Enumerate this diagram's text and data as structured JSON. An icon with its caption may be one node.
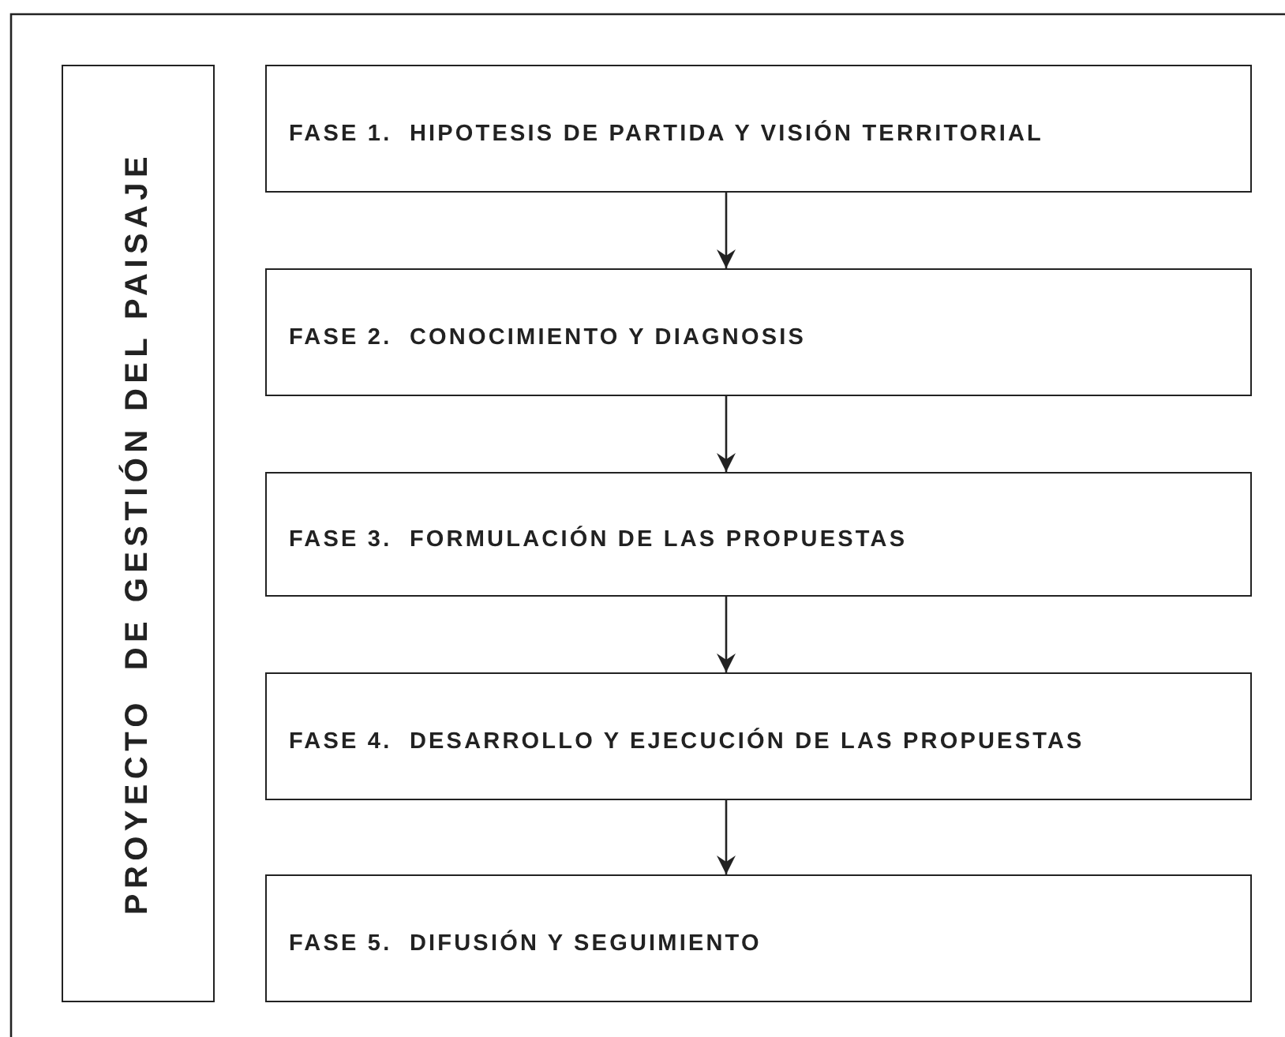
{
  "diagram": {
    "nodes": [
      {
        "text": [
          "PROYECTO  DE GESTIÓN DEL PAISAJE"
        ]
      },
      {
        "text": [
          "FASE 1.  HIPOTESIS DE PARTIDA Y VISIÓN TERRITORIAL"
        ]
      },
      {
        "text": [
          "FASE 2.  CONOCIMIENTO Y DIAGNOSIS"
        ]
      },
      {
        "text": [
          "FASE 3.  FORMULACIÓN DE LAS PROPUESTAS"
        ]
      },
      {
        "text": [
          "FASE 4.  DESARROLLO Y EJECUCIÓN DE LAS PROPUESTAS"
        ]
      },
      {
        "text": [
          "FASE 5.  DIFUSIÓN Y SEGUIMIENTO"
        ]
      }
    ],
    "edges": [
      {
        "from": 1,
        "to": 2,
        "arrow": "to"
      },
      {
        "from": 2,
        "to": 3,
        "arrow": "to"
      },
      {
        "from": 3,
        "to": 4,
        "arrow": "to"
      },
      {
        "from": 4,
        "to": 5,
        "arrow": "to"
      }
    ]
  }
}
